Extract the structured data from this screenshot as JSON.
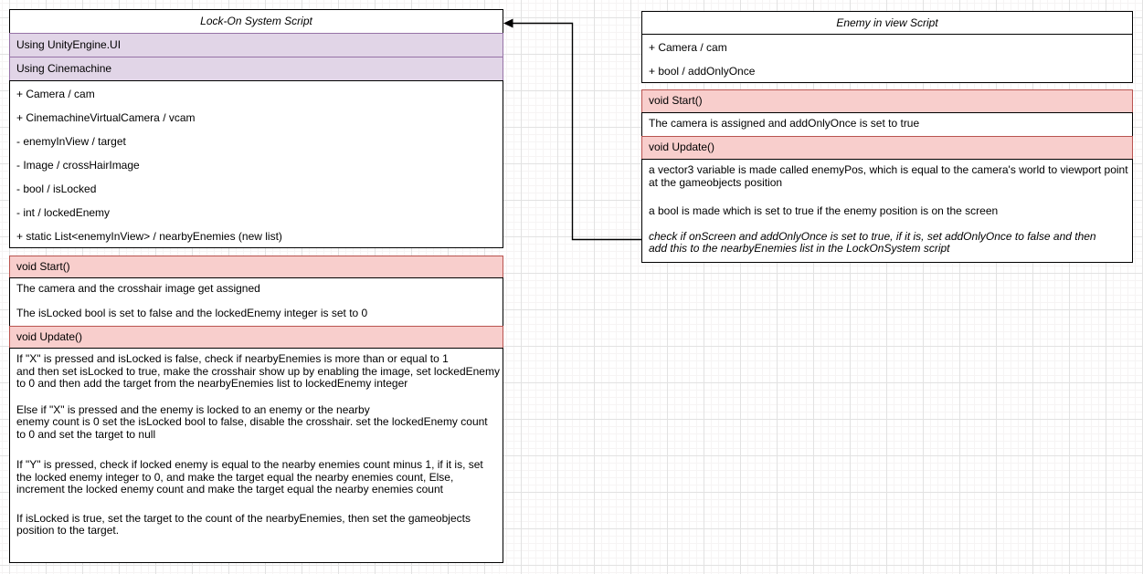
{
  "colors": {
    "purple_fill": "#E1D5E7",
    "purple_border": "#9673A6",
    "red_fill": "#F8CECC",
    "red_border": "#B85450",
    "shape_border": "#000000",
    "grid_major": "#e2e2e2",
    "grid_minor": "#f6f4f4"
  },
  "lockon": {
    "title": "Lock-On System Script",
    "usings": [
      "Using UnityEngine.UI",
      "Using Cinemachine"
    ],
    "fields": [
      "+ Camera / cam",
      "+ CinemachineVirtualCamera / vcam",
      "- enemyInView / target",
      "- Image / crossHairImage",
      "- bool / isLocked",
      "- int / lockedEnemy",
      "+ static List<enemyInView> / nearbyEnemies (new list)"
    ],
    "start_header": "void Start()",
    "start_body": "The camera and the crosshair image get assigned\n\nThe isLocked bool is set to false and the lockedEnemy integer is set to 0",
    "update_header": "void Update()",
    "update_paragraphs": [
      "If \"X\" is pressed and isLocked is false, check if nearbyEnemies is more than or equal to 1\nand then set isLocked to true, make the crosshair show up by enabling the image, set lockedEnemy\nto 0 and then add the target from the nearbyEnemies list to lockedEnemy integer",
      "Else if \"X\" is pressed and the enemy is locked to an enemy or the nearby\nenemy count is 0 set the isLocked bool to false, disable the crosshair. set the lockedEnemy count\nto 0 and set the target to null",
      "If \"Y\" is pressed, check if locked enemy is equal to the nearby enemies count minus 1, if it is, set\nthe locked enemy integer to 0, and make the target equal the nearby enemies count, Else,\nincrement the locked enemy count and make the target equal the nearby enemies count",
      "If isLocked is true, set the target to the count of the nearbyEnemies, then set the gameobjects\nposition to the target."
    ]
  },
  "enemy": {
    "title": "Enemy in view Script",
    "fields": [
      "+ Camera / cam",
      "+ bool / addOnlyOnce"
    ],
    "start_header": "void Start()",
    "start_body": "The camera is assigned and addOnlyOnce is set to true",
    "update_header": "void Update()",
    "update_paragraphs": [
      "a vector3 variable is made called enemyPos, which is equal to the camera's world to viewport point\nat the gameobjects position",
      "a bool is made which is set to true if the enemy position is on the screen",
      "check if onScreen and addOnlyOnce is set to true, if it is, set addOnlyOnce to false and then\nadd this to the nearbyEnemies list in the LockOnSystem script"
    ]
  }
}
